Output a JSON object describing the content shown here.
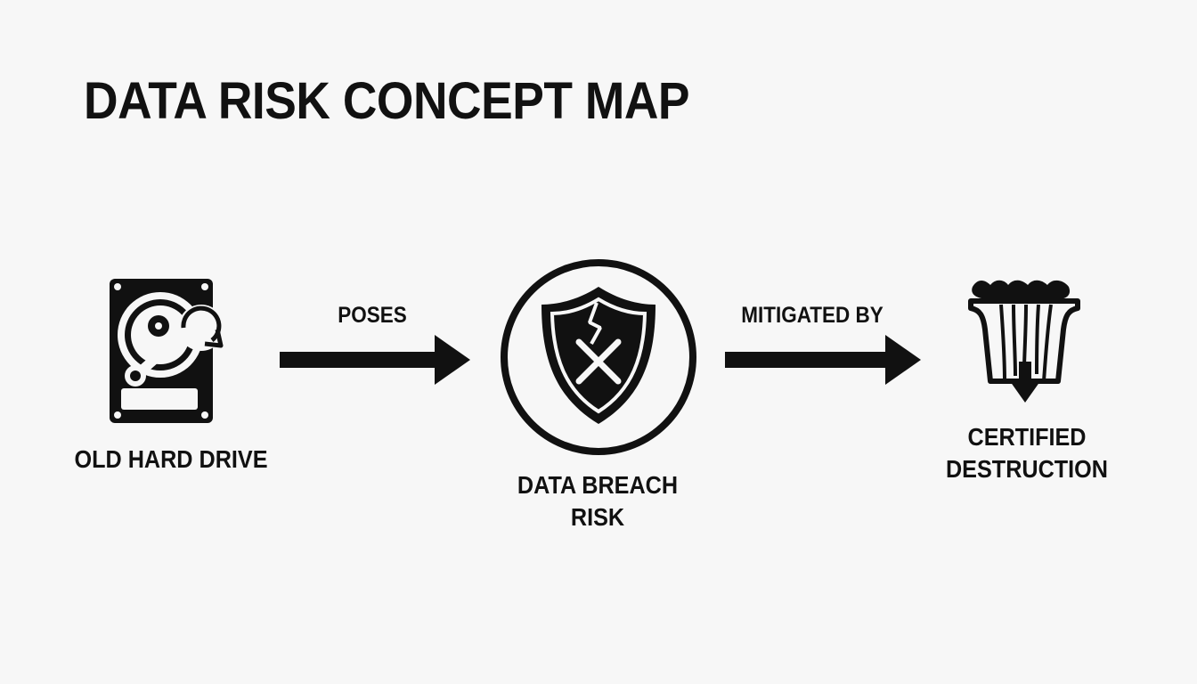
{
  "title": "DATA RISK CONCEPT MAP",
  "nodes": {
    "hard_drive": {
      "label": "OLD HARD DRIVE",
      "icon": "hard-drive-icon"
    },
    "breach": {
      "label": "DATA BREACH\nRISK",
      "icon": "broken-shield-icon"
    },
    "destruction": {
      "label": "CERTIFIED\nDESTRUCTION",
      "icon": "shredder-icon"
    }
  },
  "edges": [
    {
      "from": "hard_drive",
      "to": "breach",
      "label": "POSES"
    },
    {
      "from": "breach",
      "to": "destruction",
      "label": "MITIGATED BY"
    }
  ],
  "colors": {
    "background": "#f7f7f7",
    "ink": "#111111"
  }
}
